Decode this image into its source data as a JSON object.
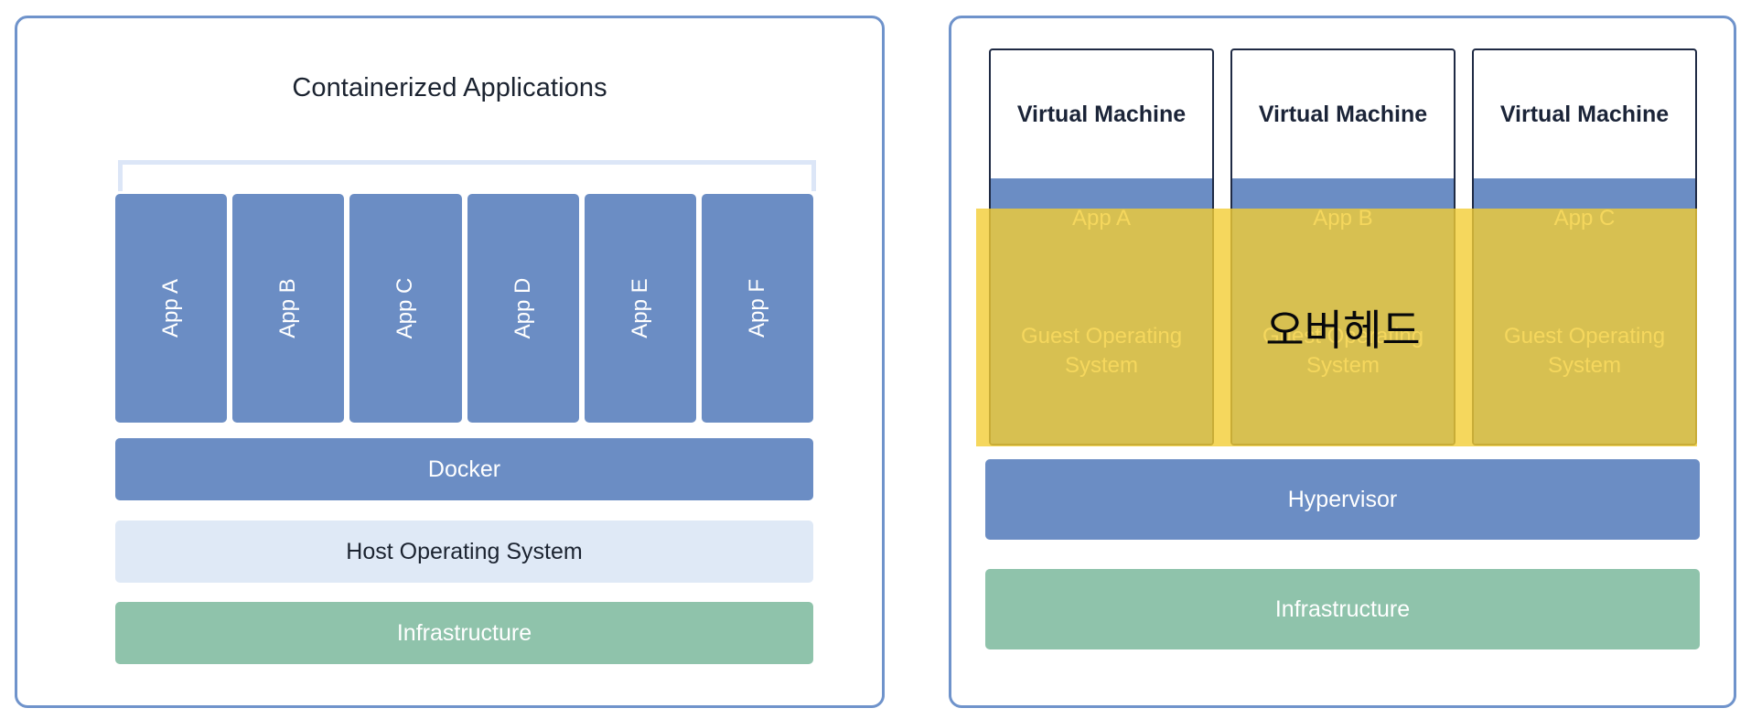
{
  "colors": {
    "panel_border": "#6f93cb",
    "app_blue": "#6b8dc4",
    "host_os_blue": "#dfe9f6",
    "infrastructure_green": "#8fc3ab",
    "vm_border_navy": "#1f2a44",
    "overlay_yellow": "#f3cd34",
    "bracket_blue": "#dce6f7",
    "page_background": "#ffffff"
  },
  "left_panel": {
    "title": "Containerized Applications",
    "apps": [
      {
        "label": "App A"
      },
      {
        "label": "App B"
      },
      {
        "label": "App C"
      },
      {
        "label": "App D"
      },
      {
        "label": "App E"
      },
      {
        "label": "App F"
      }
    ],
    "layers": [
      {
        "label": "Docker"
      },
      {
        "label": "Host Operating System"
      },
      {
        "label": "Infrastructure"
      }
    ],
    "docker_label": "Docker",
    "host_os_label": "Host Operating System",
    "infrastructure_label": "Infrastructure"
  },
  "right_panel": {
    "vms": [
      {
        "title": "Virtual Machine",
        "app": "App A",
        "guest_os": "Guest Operating System"
      },
      {
        "title": "Virtual Machine",
        "app": "App B",
        "guest_os": "Guest Operating System"
      },
      {
        "title": "Virtual Machine",
        "app": "App C",
        "guest_os": "Guest Operating System"
      }
    ],
    "overlay_annotation": "오버헤드",
    "hypervisor_label": "Hypervisor",
    "infrastructure_label": "Infrastructure"
  }
}
